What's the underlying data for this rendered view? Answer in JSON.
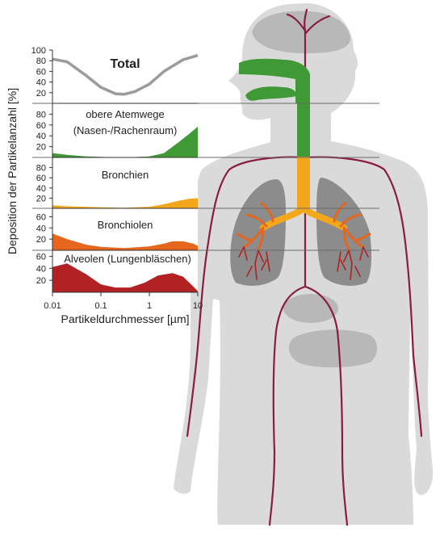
{
  "y_axis_label": "Deposition der Partikelanzahl [%]",
  "x_axis_label": "Partikeldurchmesser [µm]",
  "colors": {
    "body": "#dadada",
    "organ": "#b8b8b8",
    "lung": "#8c8c8c",
    "vessel": "#8a1b45",
    "total": "#9b9b9b",
    "upper": "#3f9a35",
    "bronchi": "#f3a71b",
    "bronchioles": "#e5661c",
    "alveoli": "#b22222"
  },
  "chart_data": {
    "type": "area",
    "x_scale": "log",
    "xlim": [
      0.01,
      10
    ],
    "x_ticks": [
      "0.01",
      "0.1",
      "1",
      "10"
    ],
    "xlabel": "Partikeldurchmesser [µm]",
    "ylabel": "Deposition der Partikelanzahl [%]",
    "series": [
      {
        "name": "Total",
        "color": "#9b9b9b",
        "style": "line",
        "ylim": [
          0,
          100
        ],
        "y_ticks": [
          "100",
          "80",
          "60",
          "40",
          "20"
        ],
        "points": [
          [
            0.01,
            83
          ],
          [
            0.02,
            78
          ],
          [
            0.05,
            52
          ],
          [
            0.1,
            30
          ],
          [
            0.2,
            18
          ],
          [
            0.3,
            17
          ],
          [
            0.5,
            22
          ],
          [
            1,
            36
          ],
          [
            2,
            60
          ],
          [
            5,
            82
          ],
          [
            10,
            90
          ]
        ]
      },
      {
        "name": "obere Atemwege",
        "subtitle": "(Nasen-/Rachenraum)",
        "color": "#3f9a35",
        "style": "area",
        "ylim": [
          0,
          100
        ],
        "y_ticks": [
          "80",
          "60",
          "40",
          "20"
        ],
        "points": [
          [
            0.01,
            8
          ],
          [
            0.02,
            5
          ],
          [
            0.05,
            2
          ],
          [
            0.1,
            1
          ],
          [
            0.3,
            0
          ],
          [
            1,
            2
          ],
          [
            2,
            8
          ],
          [
            4,
            28
          ],
          [
            7,
            45
          ],
          [
            10,
            57
          ]
        ]
      },
      {
        "name": "Bronchien",
        "color": "#f3a71b",
        "style": "area",
        "ylim": [
          0,
          100
        ],
        "y_ticks": [
          "80",
          "60",
          "40",
          "20"
        ],
        "points": [
          [
            0.01,
            6
          ],
          [
            0.02,
            4
          ],
          [
            0.05,
            3
          ],
          [
            0.1,
            2
          ],
          [
            0.3,
            1
          ],
          [
            1,
            3
          ],
          [
            2,
            8
          ],
          [
            4,
            15
          ],
          [
            7,
            19
          ],
          [
            10,
            20
          ]
        ]
      },
      {
        "name": "Bronchiolen",
        "color": "#e5661c",
        "style": "area",
        "ylim": [
          0,
          75
        ],
        "y_ticks": [
          "60",
          "40",
          "20"
        ],
        "points": [
          [
            0.01,
            30
          ],
          [
            0.02,
            20
          ],
          [
            0.05,
            10
          ],
          [
            0.1,
            6
          ],
          [
            0.3,
            4
          ],
          [
            1,
            7
          ],
          [
            2,
            12
          ],
          [
            3,
            16
          ],
          [
            5,
            16
          ],
          [
            8,
            12
          ],
          [
            10,
            8
          ]
        ]
      },
      {
        "name": "Alveolen (Lungenbläschen)",
        "color": "#b22222",
        "style": "area",
        "ylim": [
          0,
          70
        ],
        "y_ticks": [
          "60",
          "40",
          "20"
        ],
        "points": [
          [
            0.01,
            42
          ],
          [
            0.02,
            48
          ],
          [
            0.05,
            30
          ],
          [
            0.1,
            13
          ],
          [
            0.2,
            8
          ],
          [
            0.4,
            8
          ],
          [
            0.8,
            16
          ],
          [
            1.5,
            28
          ],
          [
            3,
            32
          ],
          [
            5,
            26
          ],
          [
            8,
            10
          ],
          [
            10,
            2
          ]
        ]
      }
    ]
  }
}
